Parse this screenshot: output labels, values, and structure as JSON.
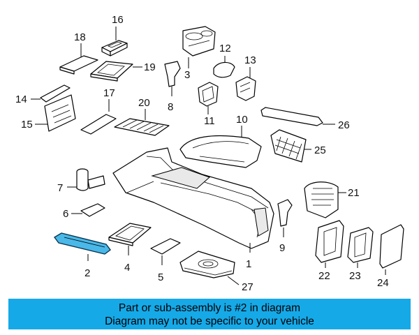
{
  "callouts": {
    "p1": "1",
    "p2": "2",
    "p3": "3",
    "p4": "4",
    "p5": "5",
    "p6": "6",
    "p7": "7",
    "p8": "8",
    "p9": "9",
    "p10": "10",
    "p11": "11",
    "p12": "12",
    "p13": "13",
    "p14": "14",
    "p15": "15",
    "p16": "16",
    "p17": "17",
    "p18": "18",
    "p19": "19",
    "p20": "20",
    "p21": "21",
    "p22": "22",
    "p23": "23",
    "p24": "24",
    "p25": "25",
    "p26": "26",
    "p27": "27"
  },
  "highlighted_part": "2",
  "colors": {
    "highlight": "#4ab8e8",
    "banner": "#16a9e8"
  },
  "banner": {
    "line1": "Part or sub-assembly is #2 in diagram",
    "line2": "Diagram may not be specific to your vehicle"
  }
}
